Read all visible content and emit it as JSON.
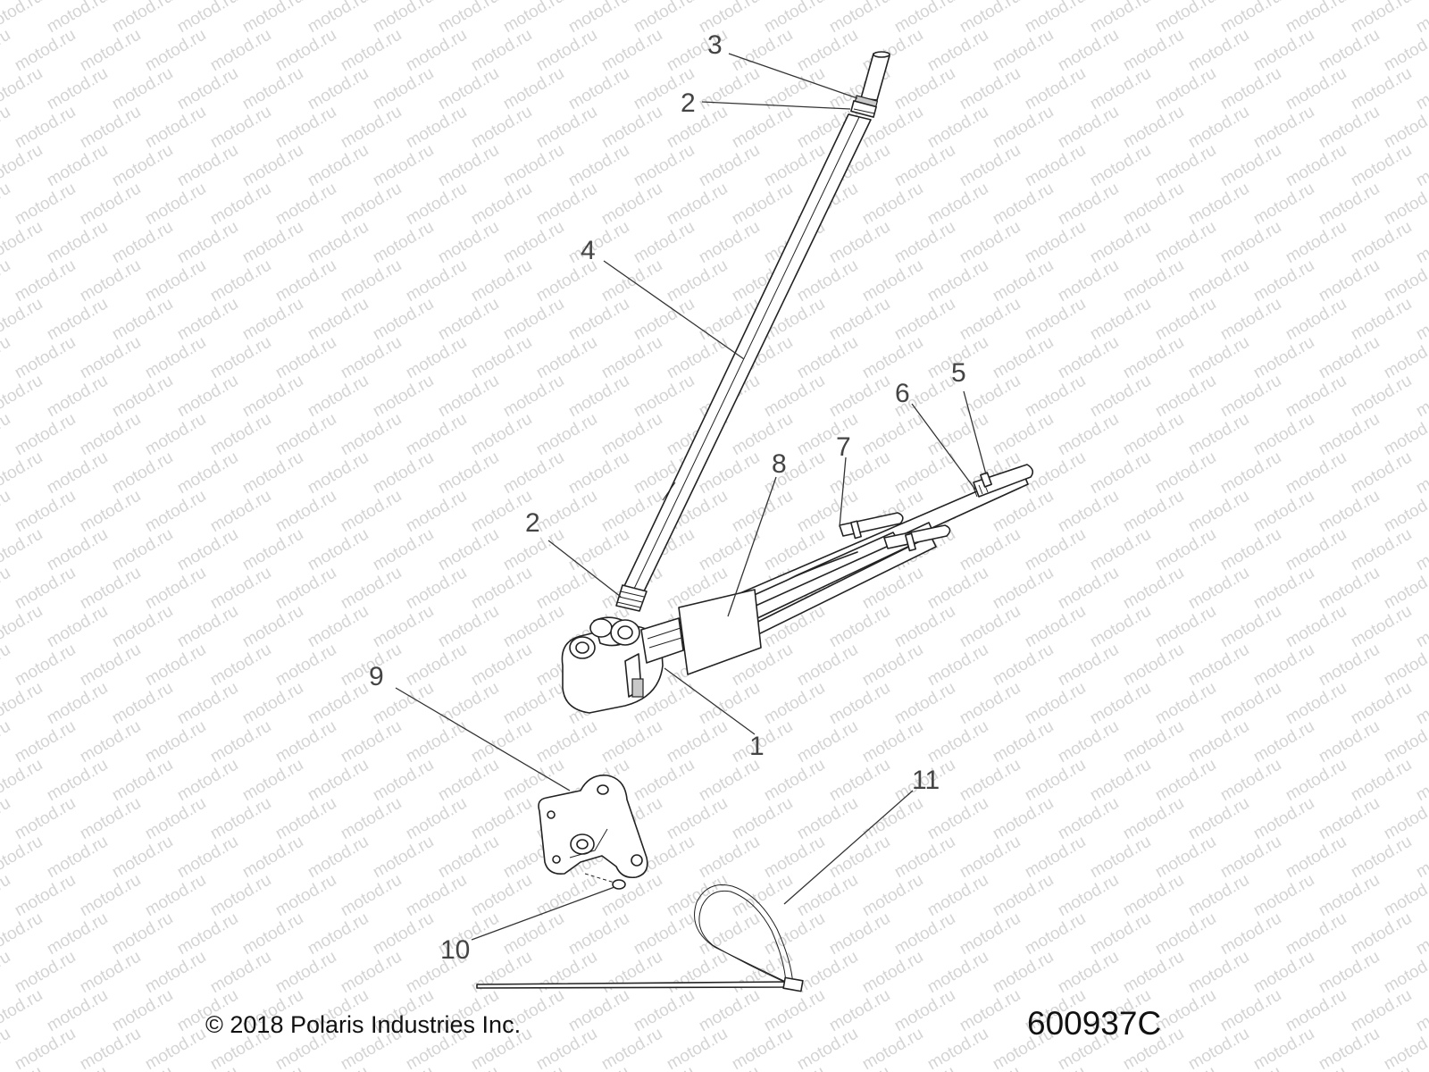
{
  "watermark": "motod.ru",
  "callouts": {
    "c1": "1",
    "c2a": "2",
    "c2b": "2",
    "c3": "3",
    "c4": "4",
    "c5": "5",
    "c6": "6",
    "c7": "7",
    "c8": "8",
    "c9": "9",
    "c10": "10",
    "c11": "11"
  },
  "footer": {
    "copyright": "© 2018 Polaris Industries Inc.",
    "part_number": "600937C"
  }
}
